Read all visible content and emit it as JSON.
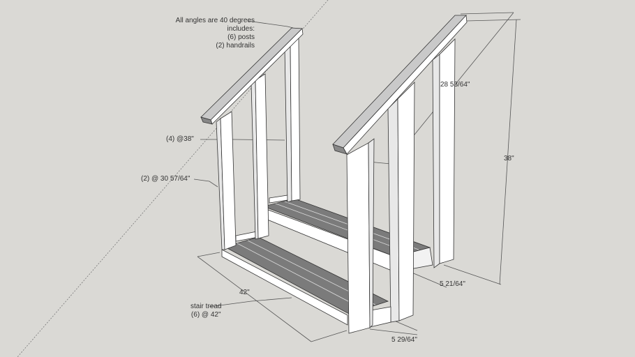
{
  "notes": {
    "angles": "All angles are 40 degrees",
    "includes": "includes:",
    "posts": "(6) posts",
    "handrails": "(2) handrails"
  },
  "dimensions": {
    "posts_short": "(4) @38\"",
    "posts_long": "(2) @ 30 57/64\"",
    "rail_length": "28 53/64\"",
    "height": "38\"",
    "width": "42\"",
    "tread_label": "stair tread",
    "tread_count": "(6) @ 42\"",
    "depth_upper": "5 21/64\"",
    "depth_lower": "5 29/64\""
  },
  "colors": {
    "background": "#dad9d5",
    "wood": "#ffffff",
    "tread": "#7b7b7b",
    "line": "#555555"
  }
}
